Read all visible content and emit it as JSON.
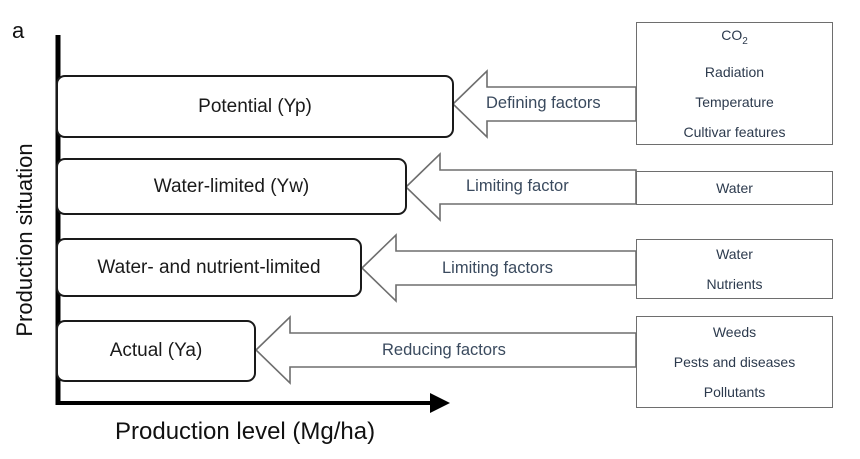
{
  "panel_label": "a",
  "axes": {
    "x_label": "Production level (Mg/ha)",
    "y_label": "Production situation"
  },
  "levels": [
    {
      "label": "Potential (Yp)",
      "arrow_label": "Defining factors",
      "factors": [
        "CO",
        "Radiation",
        "Temperature",
        "Cultivar features"
      ],
      "co2_subscript": "2"
    },
    {
      "label": "Water-limited (Yw)",
      "arrow_label": "Limiting factor",
      "factors": [
        "Water"
      ]
    },
    {
      "label": "Water- and nutrient-limited",
      "arrow_label": "Limiting factors",
      "factors": [
        "Water",
        "Nutrients"
      ]
    },
    {
      "label": "Actual (Ya)",
      "arrow_label": "Reducing factors",
      "factors": [
        "Weeds",
        "Pests and diseases",
        "Pollutants"
      ]
    }
  ],
  "colors": {
    "axis": "#000000",
    "level_border": "#1a1a1a",
    "arrow_stroke": "#6e6e6e",
    "label_text": "#3a4a5e"
  }
}
